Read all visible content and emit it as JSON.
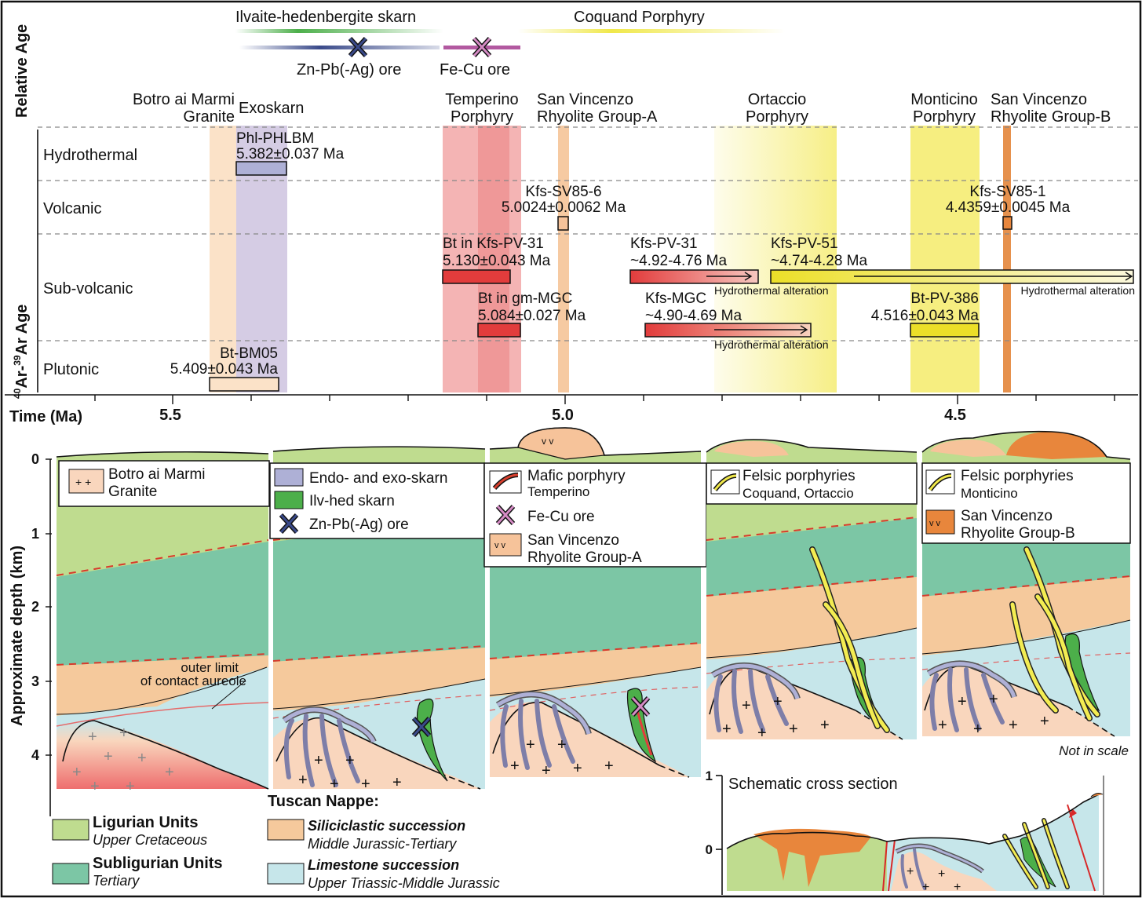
{
  "relative_age": {
    "axis_label": "Relative Age",
    "ilvaite_skarn": "Ilvaite-hedenbergite skarn",
    "coquand": "Coquand Porphyry",
    "znpb_ore": "Zn-Pb(-Ag) ore",
    "fecu_ore": "Fe-Cu ore"
  },
  "units": {
    "botro_1": "Botro ai Marmi",
    "botro_2": "Granite",
    "exoskarn": "Exoskarn",
    "temperino_1": "Temperino",
    "temperino_2": "Porphyry",
    "sva_1": "San Vincenzo",
    "sva_2": "Rhyolite Group-A",
    "ortaccio_1": "Ortaccio",
    "ortaccio_2": "Porphyry",
    "monticino_1": "Monticino",
    "monticino_2": "Porphyry",
    "svb_1": "San Vincenzo",
    "svb_2": "Rhyolite Group-B"
  },
  "ar_age": {
    "axis_prefix": "40",
    "axis_mid": "Ar-",
    "axis_sup2": "39",
    "axis_suffix": "Ar Age",
    "rows": [
      "Hydrothermal",
      "Volcanic",
      "Sub-volcanic",
      "Plutonic"
    ]
  },
  "samples": {
    "phl_name": "Phl-PHLBM",
    "phl_age": "5.382±0.037 Ma",
    "sv856_name": "Kfs-SV85-6",
    "sv856_age": "5.0024±0.0062 Ma",
    "sv851_name": "Kfs-SV85-1",
    "sv851_age": "4.4359±0.0045 Ma",
    "bt_kfs_name": "Bt in Kfs-PV-31",
    "bt_kfs_age": "5.130±0.043 Ma",
    "bt_gm_name": "Bt in gm-MGC",
    "bt_gm_age": "5.084±0.027 Ma",
    "pv31_name": "Kfs-PV-31",
    "pv31_age": "~4.92-4.76 Ma",
    "pv51_name": "Kfs-PV-51",
    "pv51_age": "~4.74-4.28 Ma",
    "mgc_name": "Kfs-MGC",
    "mgc_age": "~4.90-4.69 Ma",
    "pv386_name": "Bt-PV-386",
    "pv386_age": "4.516±0.043 Ma",
    "bm05_name": "Bt-BM05",
    "bm05_age": "5.409±0.043 Ma",
    "hydro_alt": "Hydrothermal alteration"
  },
  "time_axis": {
    "label": "Time (Ma)",
    "ticks": [
      "5.5",
      "5.0",
      "4.5"
    ]
  },
  "sections": {
    "depth_label": "Approximate depth (km)",
    "depth_ticks": [
      "0",
      "1",
      "2",
      "3",
      "4"
    ],
    "aureole_1": "outer limit",
    "aureole_2": "of contact aureole",
    "not_in_scale": "Not in scale"
  },
  "panel_legends": {
    "p1_1": "Botro ai Marmi",
    "p1_2": "Granite",
    "p2_a": "Endo- and exo-skarn",
    "p2_b": "Ilv-hed skarn",
    "p2_c": "Zn-Pb(-Ag) ore",
    "p3_a1": "Mafic porphyry",
    "p3_a2": "Temperino",
    "p3_b": "Fe-Cu ore",
    "p3_c1": "San Vincenzo",
    "p3_c2": "Rhyolite Group-A",
    "p4_1": "Felsic porphyries",
    "p4_2": "Coquand, Ortaccio",
    "p5_a1": "Felsic porphyries",
    "p5_a2": "Monticino",
    "p5_b1": "San Vincenzo",
    "p5_b2": "Rhyolite Group-B"
  },
  "bottom_legend": {
    "ligurian": "Ligurian Units",
    "ligurian_age": "Upper Cretaceous",
    "subligurian": "Subligurian Units",
    "subligurian_age": "Tertiary",
    "tuscan": "Tuscan Nappe:",
    "silic": "Siliciclastic succession",
    "silic_age": "Middle Jurassic-Tertiary",
    "lime": "Limestone succession",
    "lime_age": "Upper Triassic-Middle Jurassic"
  },
  "cross_section": {
    "title": "Schematic cross section",
    "tick_top": "1",
    "tick_zero": "0"
  },
  "colors": {
    "ligurian": "#bfdc8f",
    "subligurian": "#7cc6a5",
    "siliciclastic": "#f5c99c",
    "limestone": "#c6e6ea",
    "granite": "#f9d6bd",
    "skarn": "#aeb0d6",
    "ilv_skarn": "#4caf4a",
    "rhyolite_a": "#f6c39a",
    "rhyolite_b": "#e8863c",
    "temperino": "#e85a5a",
    "felsic": "#f0e84a",
    "fecu": "#c76fae",
    "znpb": "#3a4a8a"
  }
}
